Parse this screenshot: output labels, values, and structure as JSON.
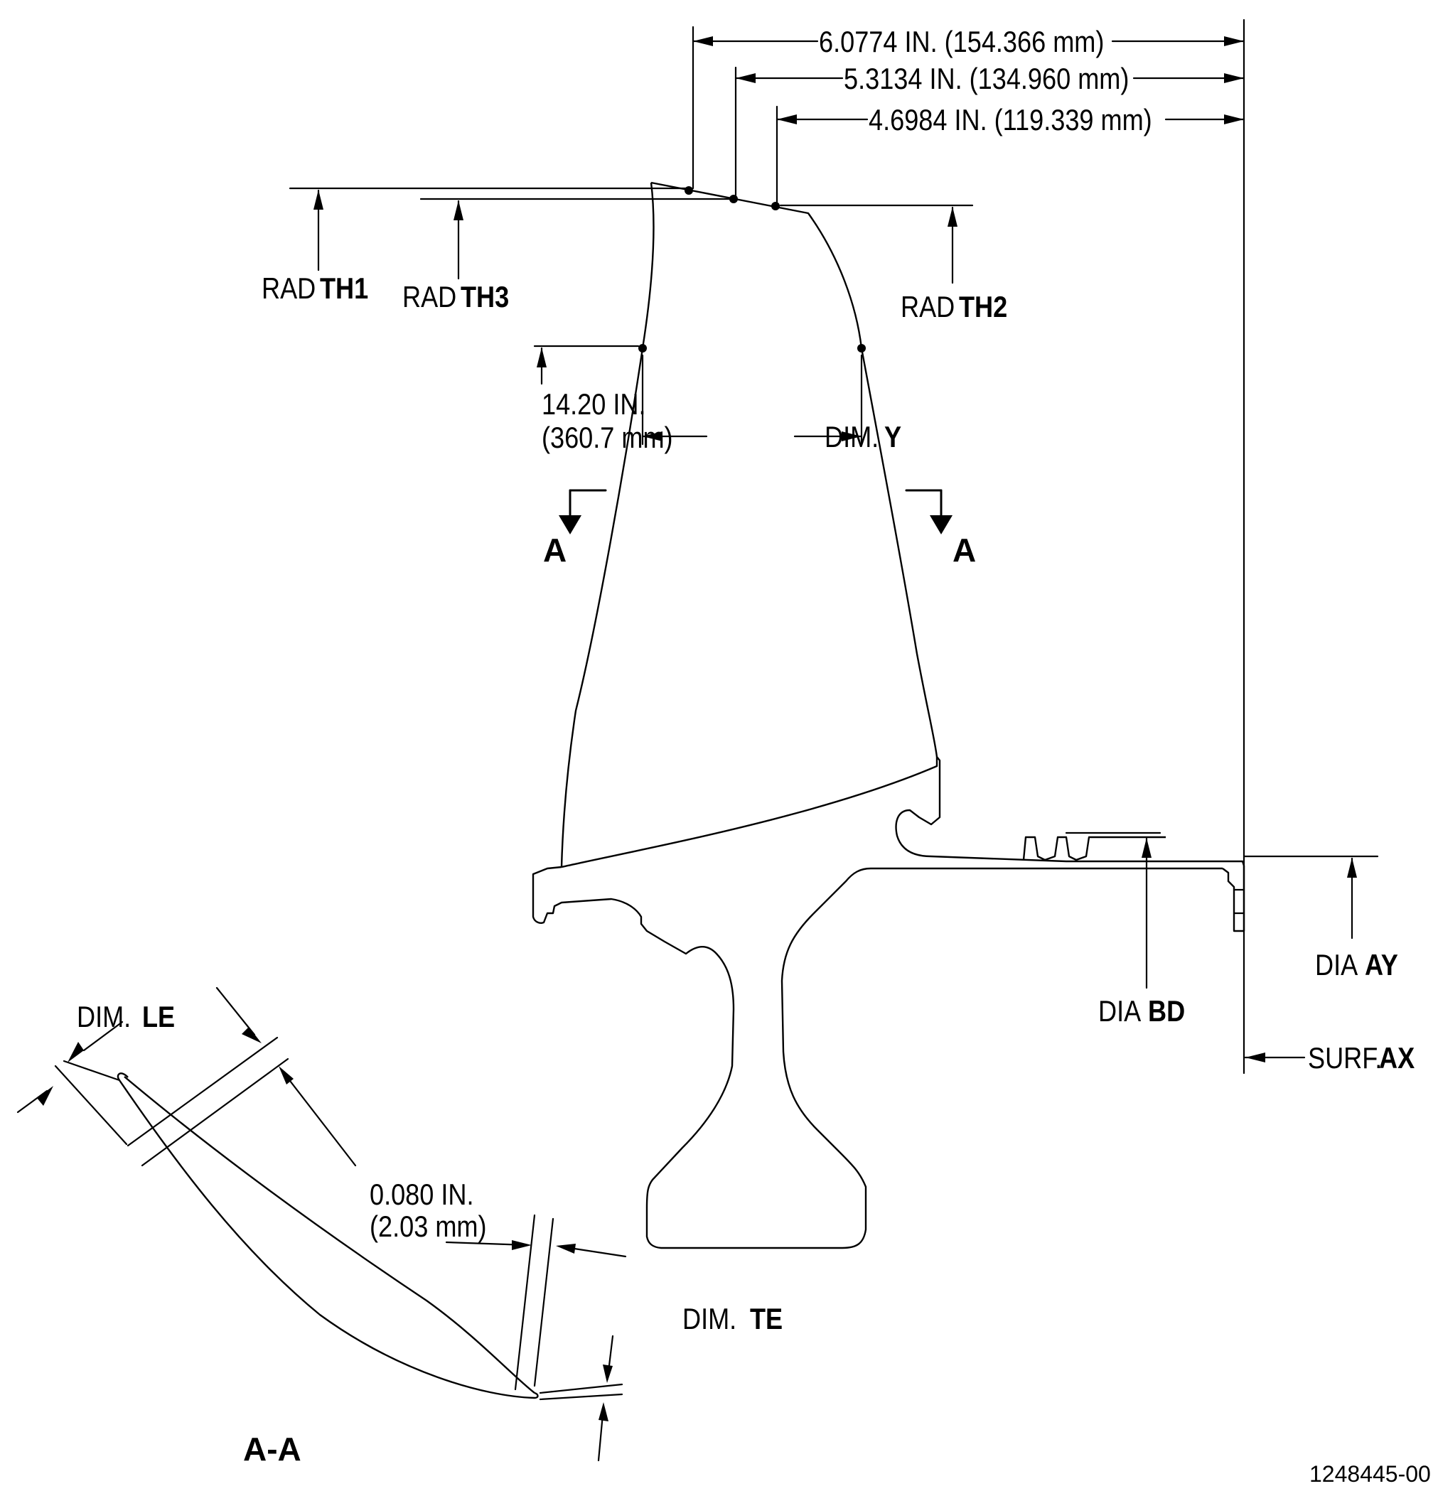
{
  "dimensions": {
    "top_1": "6.0774 IN. (154.366 mm)",
    "top_2": "5.3134 IN. (134.960 mm)",
    "top_3": "4.6984 IN. (119.339 mm)",
    "height_in": "14.20 IN.",
    "height_mm": "(360.7 mm)",
    "section_thickness_in": "0.080 IN.",
    "section_thickness_mm": "(2.03 mm)"
  },
  "labels": {
    "rad_th1_prefix": "RAD",
    "rad_th1_code": "TH1",
    "rad_th3_prefix": "RAD",
    "rad_th3_code": "TH3",
    "rad_th2_prefix": "RAD",
    "rad_th2_code": "TH2",
    "dim_y_prefix": "DIM.",
    "dim_y_code": "Y",
    "section_mark_left": "A",
    "section_mark_right": "A",
    "dia_ay_prefix": "DIA",
    "dia_ay_code": "AY",
    "dia_bd_prefix": "DIA",
    "dia_bd_code": "BD",
    "surf_ax_prefix": "SURF.",
    "surf_ax_code": "AX",
    "dim_le_prefix": "DIM.",
    "dim_le_code": "LE",
    "dim_te_prefix": "DIM.",
    "dim_te_code": "TE",
    "section_view": "A-A"
  },
  "figure_number": "1248445-00"
}
